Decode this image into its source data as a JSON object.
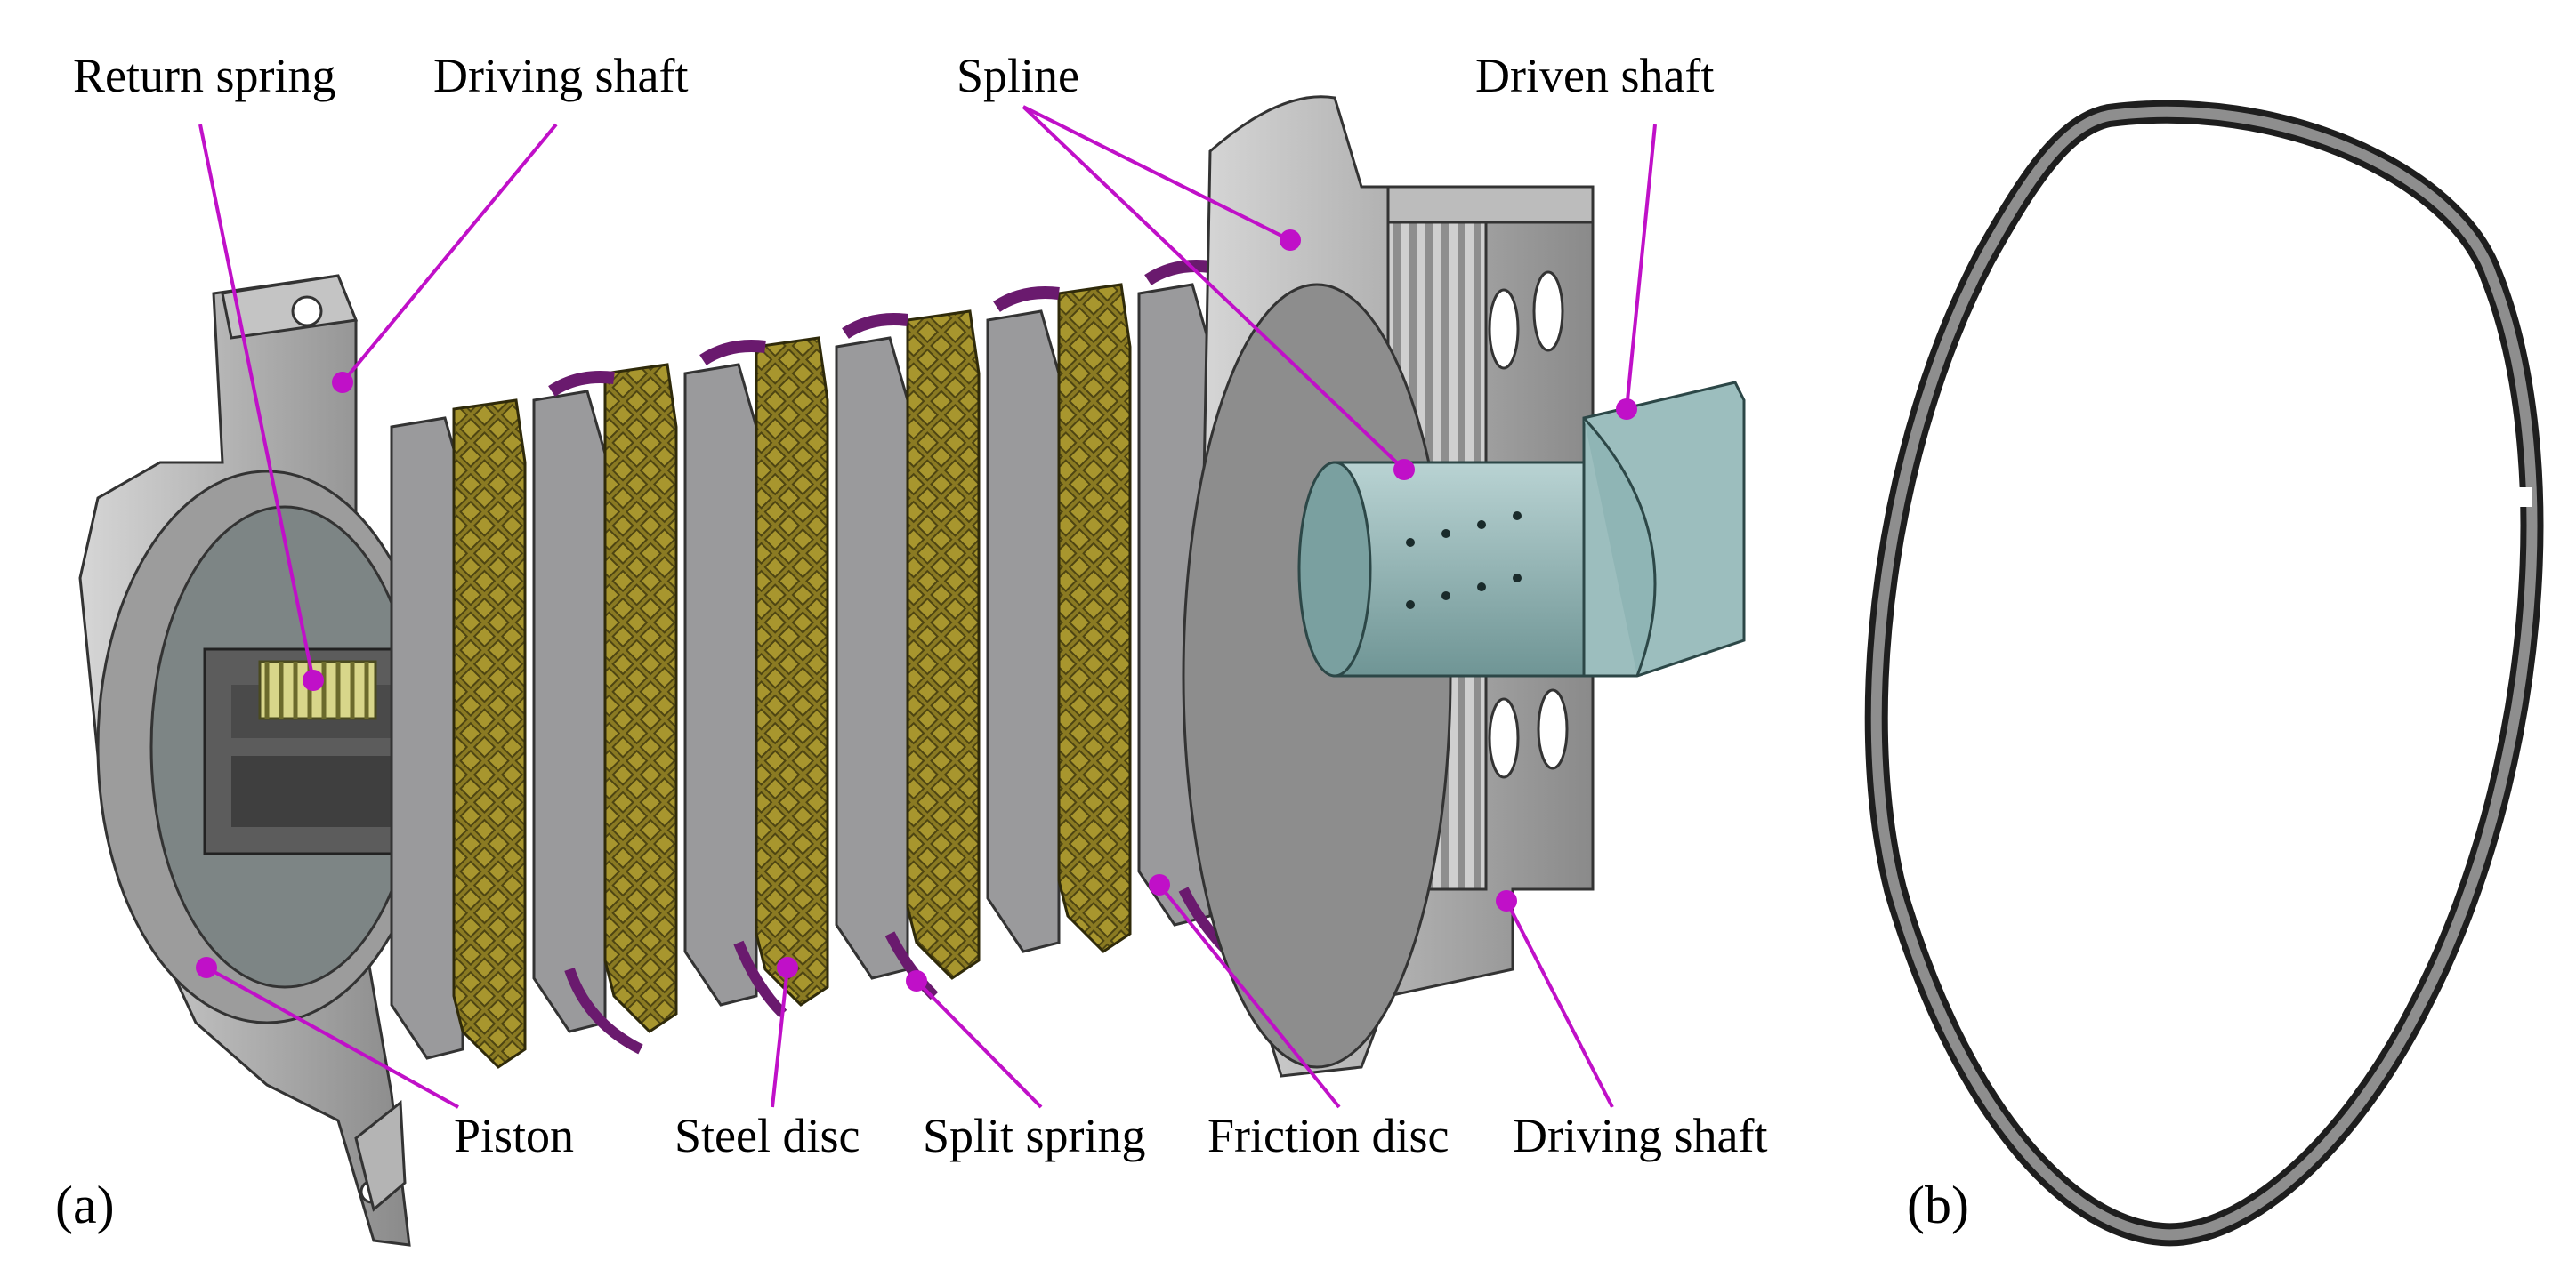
{
  "panels": {
    "a": "(a)",
    "b": "(b)"
  },
  "labels": {
    "return_spring": "Return spring",
    "driving_shaft_top": "Driving shaft",
    "spline": "Spline",
    "driven_shaft": "Driven shaft",
    "piston": "Piston",
    "steel_disc": "Steel disc",
    "split_spring": "Split spring",
    "friction_disc": "Friction disc",
    "driving_shaft_bottom": "Driving shaft"
  },
  "colors": {
    "leader": "#c010c8",
    "housing": "#a8a8a8",
    "steel_disc": "#9a9a9c",
    "friction_pad": "#8a7a22",
    "split_spring": "#6a1a6e",
    "driven_shaft": "#8fb5b5",
    "return_spring": "#d8d68a"
  }
}
